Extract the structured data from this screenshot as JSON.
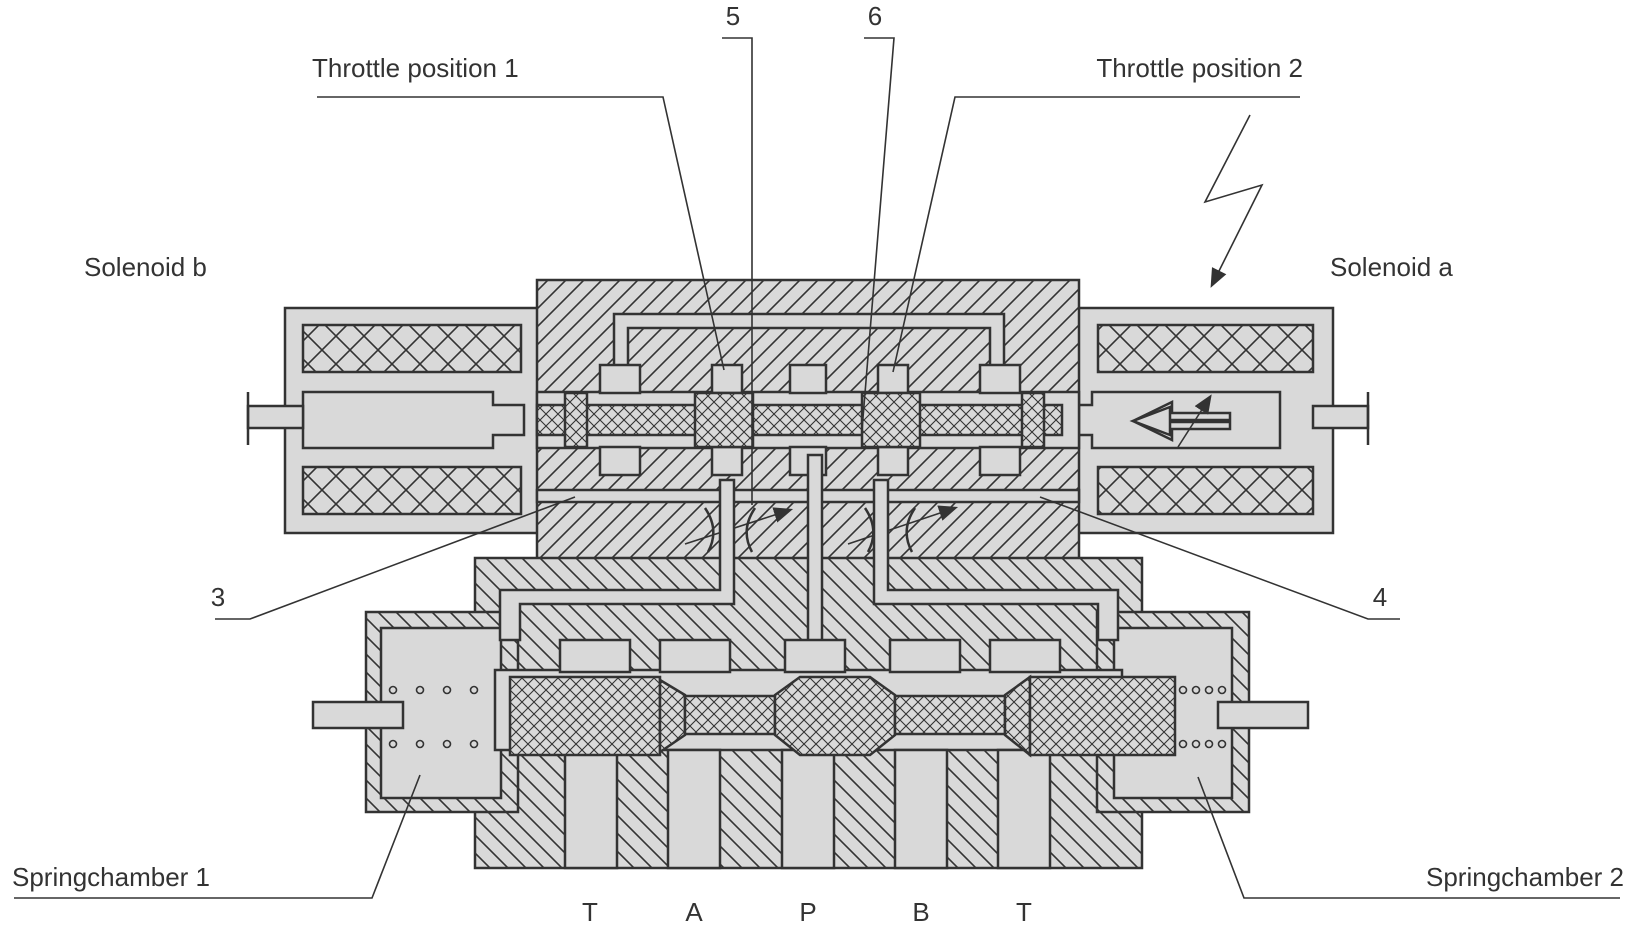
{
  "labels": {
    "n5": "5",
    "n6": "6",
    "throttle1": "Throttle position 1",
    "throttle2": "Throttle position 2",
    "solenoid_b": "Solenoid b",
    "solenoid_a": "Solenoid a",
    "n3": "3",
    "n4": "4",
    "spring1": "Springchamber 1",
    "spring2": "Springchamber 2"
  },
  "ports": [
    "T",
    "A",
    "P",
    "B",
    "T"
  ],
  "colors": {
    "stroke": "#333333",
    "body_fill": "#d9d9d9",
    "text": "#333333"
  }
}
